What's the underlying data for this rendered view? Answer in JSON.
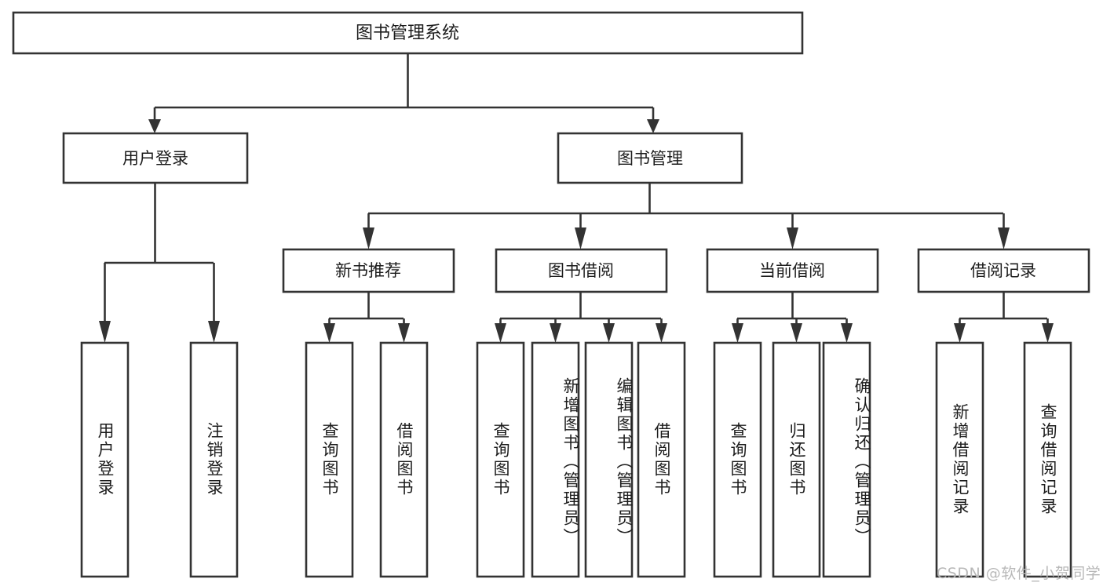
{
  "diagram": {
    "title": "图书管理系统",
    "type": "tree-hierarchy-diagram",
    "root": {
      "id": "root",
      "label": "图书管理系统"
    },
    "level2": [
      {
        "id": "user-login",
        "label": "用户登录"
      },
      {
        "id": "book-manage",
        "label": "图书管理"
      }
    ],
    "level3": [
      {
        "id": "new-book-rec",
        "label": "新书推荐",
        "parent": "book-manage"
      },
      {
        "id": "book-borrow",
        "label": "图书借阅",
        "parent": "book-manage"
      },
      {
        "id": "current-borrow",
        "label": "当前借阅",
        "parent": "book-manage"
      },
      {
        "id": "borrow-record",
        "label": "借阅记录",
        "parent": "book-manage"
      }
    ],
    "leaves": [
      {
        "id": "leaf-user-login",
        "label": "用户登录",
        "parent": "user-login"
      },
      {
        "id": "leaf-logout",
        "label": "注销登录",
        "parent": "user-login"
      },
      {
        "id": "leaf-query-book-1",
        "label": "查询图书",
        "parent": "new-book-rec"
      },
      {
        "id": "leaf-borrow-book-1",
        "label": "借阅图书",
        "parent": "new-book-rec"
      },
      {
        "id": "leaf-query-book-2",
        "label": "查询图书",
        "parent": "book-borrow"
      },
      {
        "id": "leaf-add-book",
        "label": "新增图书（管理员）",
        "parent": "book-borrow"
      },
      {
        "id": "leaf-edit-book",
        "label": "编辑图书（管理员）",
        "parent": "book-borrow"
      },
      {
        "id": "leaf-borrow-book-2",
        "label": "借阅图书",
        "parent": "book-borrow"
      },
      {
        "id": "leaf-query-book-3",
        "label": "查询图书",
        "parent": "current-borrow"
      },
      {
        "id": "leaf-return-book",
        "label": "归还图书",
        "parent": "current-borrow"
      },
      {
        "id": "leaf-confirm-return",
        "label": "确认归还（管理员）",
        "parent": "current-borrow"
      },
      {
        "id": "leaf-add-record",
        "label": "新增借阅记录",
        "parent": "borrow-record"
      },
      {
        "id": "leaf-query-record",
        "label": "查询借阅记录",
        "parent": "borrow-record"
      }
    ],
    "colors": {
      "stroke": "#333333",
      "fill": "#ffffff",
      "text": "#1c1c1c",
      "background": "#ffffff",
      "watermark": "#b8b8b8"
    }
  },
  "watermark": {
    "text": "CSDN @软件_小贺同学"
  }
}
